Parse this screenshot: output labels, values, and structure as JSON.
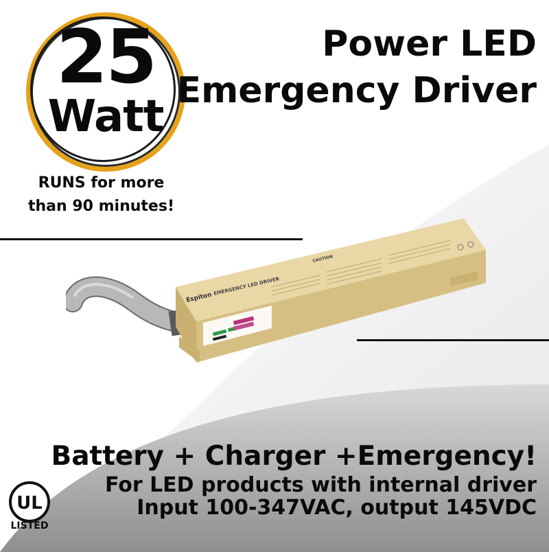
{
  "badge": {
    "number": "25",
    "unit": "Watt"
  },
  "runtime": {
    "line1": "RUNS for more",
    "line2": "than 90 minutes!"
  },
  "title": {
    "line1": "Power LED",
    "line2": "Emergency Driver"
  },
  "product": {
    "brand": "Espiton",
    "label": "EMERGENCY LED DRIVER",
    "caution": "CAUTION"
  },
  "features": {
    "line1": "Battery + Charger +Emergency!",
    "line2": "For LED products with internal driver",
    "line3": "Input 100-347VAC, output 145VDC"
  },
  "certification": {
    "mark": "UL",
    "listed": "LISTED"
  },
  "colors": {
    "badge_ring": "#e5a21a",
    "housing": "#e4cf9a",
    "text": "#0a0a0a"
  }
}
